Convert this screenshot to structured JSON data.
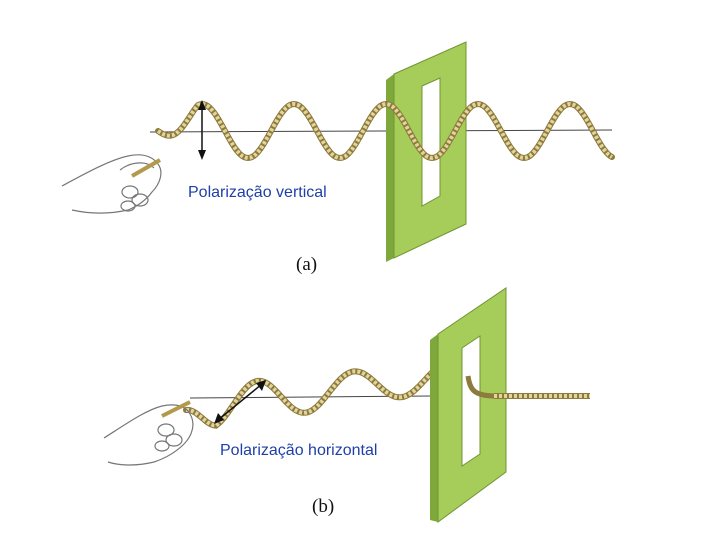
{
  "panel_a": {
    "label": "Polarização vertical",
    "caption": "(a)"
  },
  "panel_b": {
    "label": "Polarização horizontal",
    "caption": "(b)"
  },
  "colors": {
    "slit_frame": "#a6cc59",
    "slit_frame_side": "#7fa83c",
    "rope": "#d8c88a",
    "rope_edge": "#8c7a3e",
    "label_text": "#1f3fa8",
    "axis_line": "#444444"
  }
}
